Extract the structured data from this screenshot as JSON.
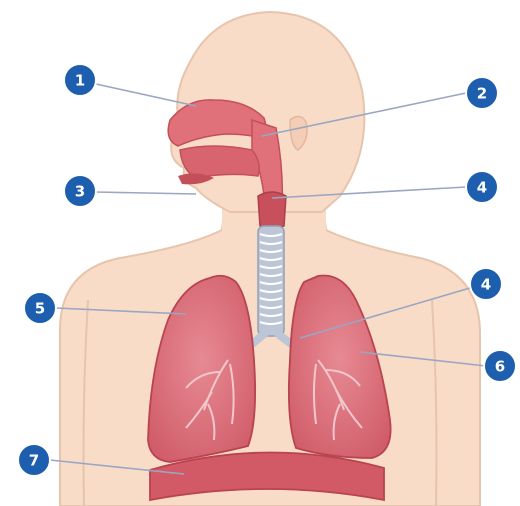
{
  "colors": {
    "background": "#ffffff",
    "skin": "#f8dcc8",
    "skin_outline": "#e7c4ac",
    "organ": "#e0707a",
    "organ_dark": "#c44f5a",
    "trachea": "#bcc6d6",
    "badge": "#1d5fae",
    "leader_line": "#9aa6c2"
  },
  "labels": [
    {
      "id": "label-1",
      "number": "1"
    },
    {
      "id": "label-2",
      "number": "2"
    },
    {
      "id": "label-3",
      "number": "3"
    },
    {
      "id": "label-4-upper",
      "number": "4"
    },
    {
      "id": "label-5",
      "number": "5"
    },
    {
      "id": "label-4-lower",
      "number": "4"
    },
    {
      "id": "label-6",
      "number": "6"
    },
    {
      "id": "label-7",
      "number": "7"
    }
  ]
}
